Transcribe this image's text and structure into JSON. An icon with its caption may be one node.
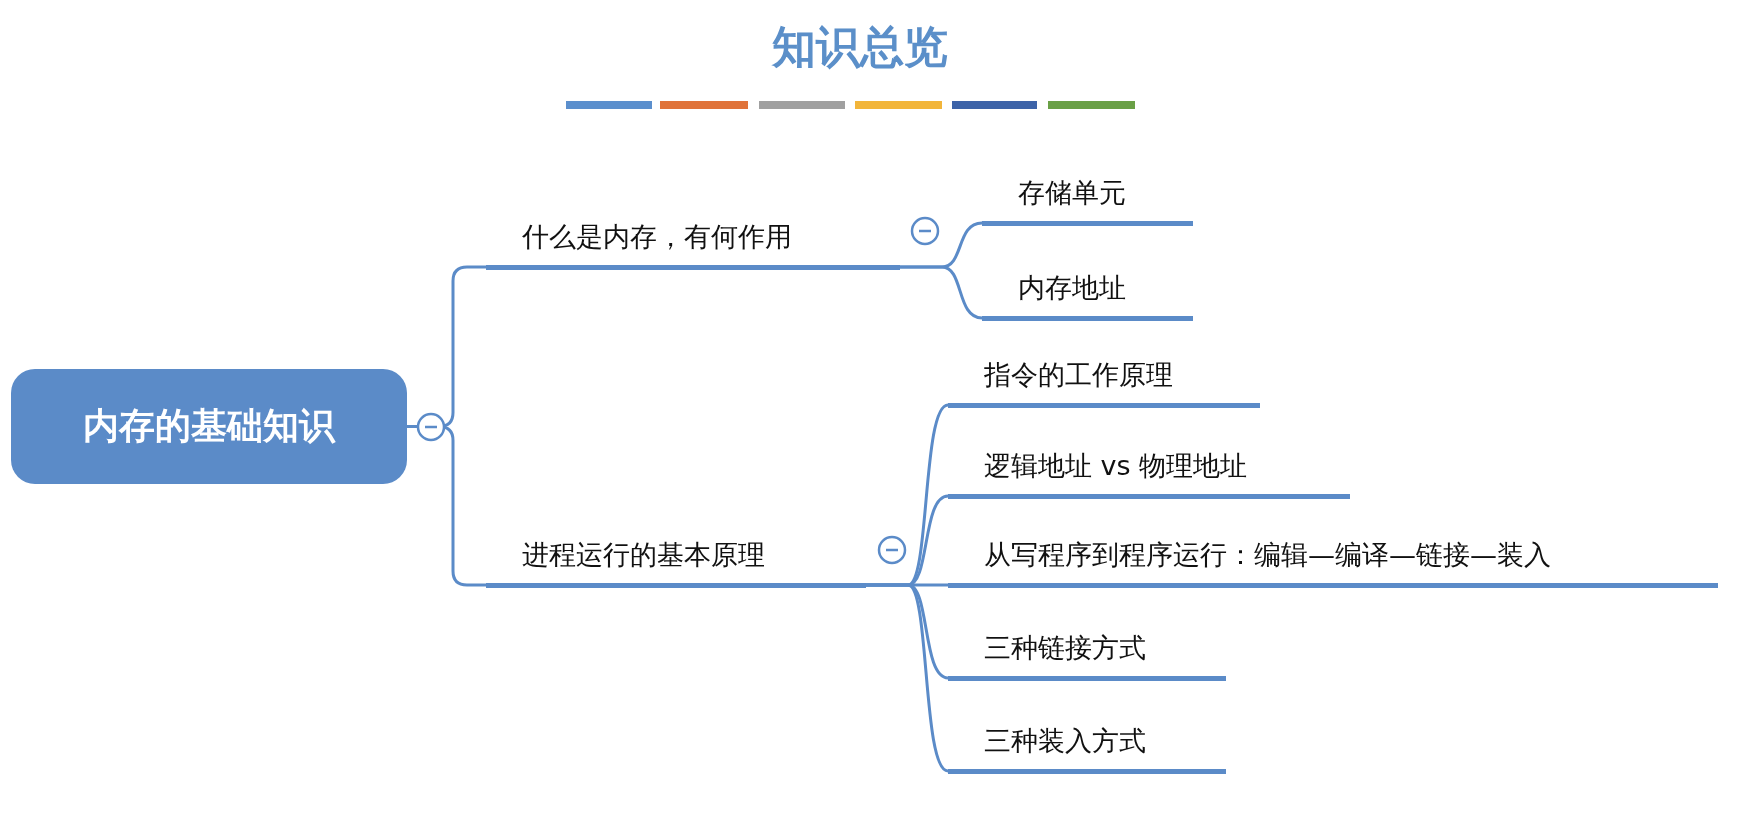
{
  "diagram": {
    "title": "知识总览",
    "nodes": [
      {
        "text": [
          "内存的基础知识"
        ]
      },
      {
        "text": [
          "什么是内存，有何作用"
        ]
      },
      {
        "text": [
          "存储单元"
        ]
      },
      {
        "text": [
          "内存地址"
        ]
      },
      {
        "text": [
          "进程运行的基本原理"
        ]
      },
      {
        "text": [
          "指令的工作原理"
        ]
      },
      {
        "text": [
          "逻辑地址 vs 物理地址"
        ]
      },
      {
        "text": [
          "从写程序到程序运行：编辑—编译—链接—装入"
        ]
      },
      {
        "text": [
          "三种链接方式"
        ]
      },
      {
        "text": [
          "三种装入方式"
        ]
      }
    ],
    "edges": [
      {
        "from": 0,
        "to": 1,
        "arrow": "none"
      },
      {
        "from": 0,
        "to": 4,
        "arrow": "none"
      },
      {
        "from": 1,
        "to": 2,
        "arrow": "none"
      },
      {
        "from": 1,
        "to": 3,
        "arrow": "none"
      },
      {
        "from": 4,
        "to": 5,
        "arrow": "none"
      },
      {
        "from": 4,
        "to": 6,
        "arrow": "none"
      },
      {
        "from": 4,
        "to": 7,
        "arrow": "none"
      },
      {
        "from": 4,
        "to": 8,
        "arrow": "none"
      },
      {
        "from": 4,
        "to": 9,
        "arrow": "none"
      }
    ]
  }
}
